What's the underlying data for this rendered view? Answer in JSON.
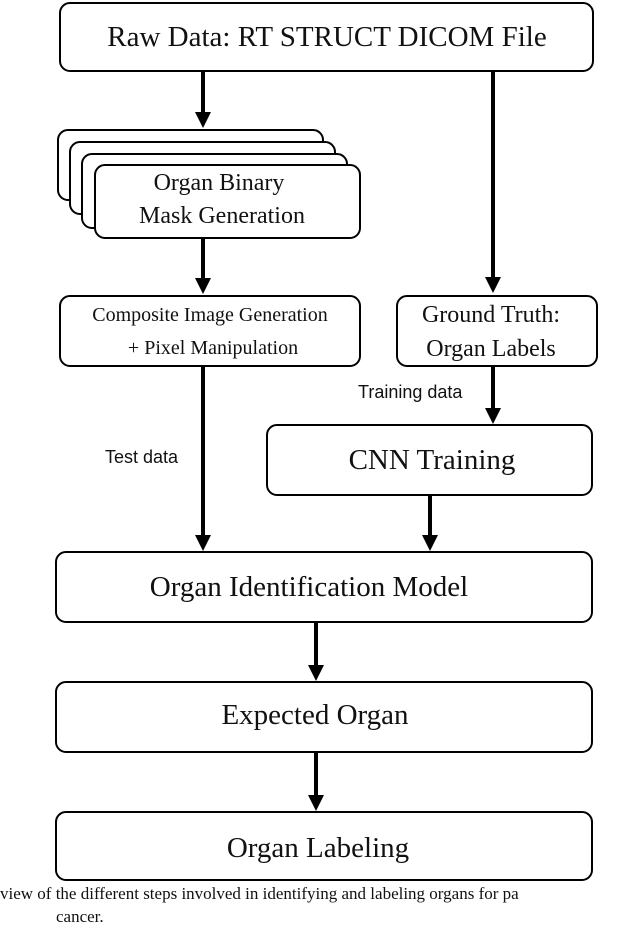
{
  "nodes": {
    "raw_data": "Raw Data: RT STRUCT DICOM File",
    "mask_line1": "Organ Binary",
    "mask_line2": "Mask Generation",
    "composite_line1": "Composite Image Generation",
    "composite_line2": "+ Pixel Manipulation",
    "ground_truth_line1": "Ground Truth:",
    "ground_truth_line2": "Organ Labels",
    "cnn_training": "CNN Training",
    "model": "Organ Identification Model",
    "expected": "Expected Organ",
    "labeling": "Organ Labeling"
  },
  "edge_labels": {
    "training_data": "Training data",
    "test_data": "Test data"
  },
  "caption": {
    "line1": "view of the different steps involved in identifying and labeling organs for pa",
    "line2": "cancer."
  }
}
